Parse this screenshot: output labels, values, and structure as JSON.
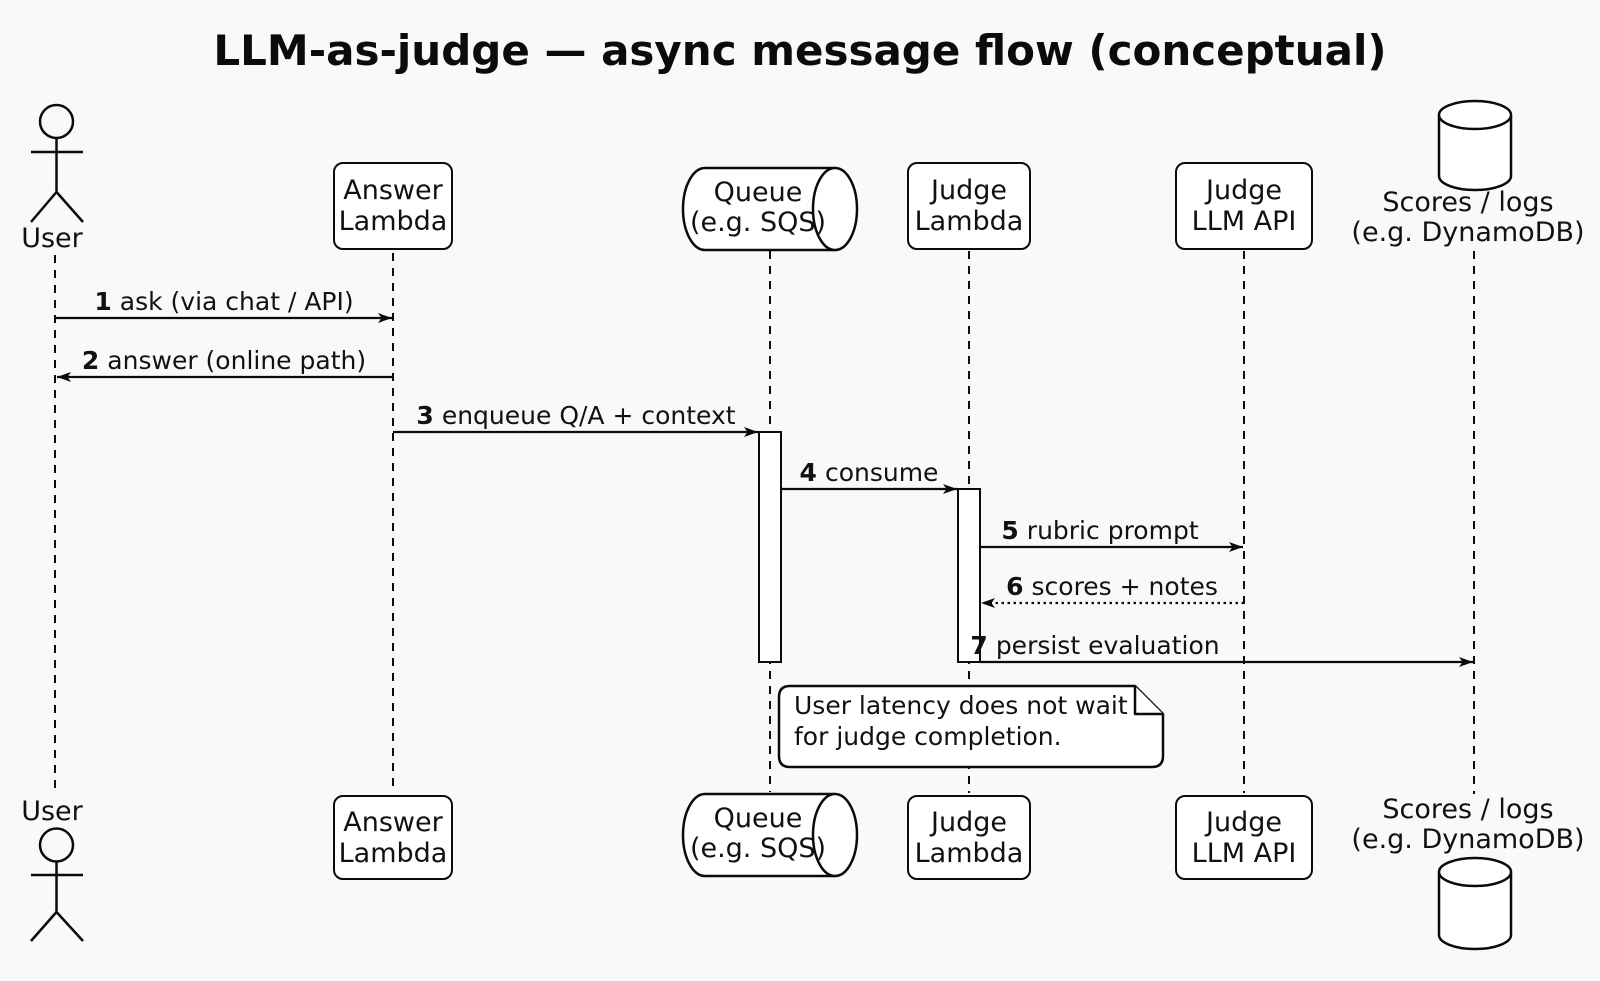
{
  "title": "LLM-as-judge — async message flow (conceptual)",
  "participants": {
    "user": {
      "label": "User",
      "type": "actor"
    },
    "answer_lambda": {
      "line1": "Answer",
      "line2": "Lambda",
      "type": "box"
    },
    "queue": {
      "line1": "Queue",
      "line2": "(e.g. SQS)",
      "type": "queue-cylinder"
    },
    "judge_lambda": {
      "line1": "Judge",
      "line2": "Lambda",
      "type": "box"
    },
    "judge_llm_api": {
      "line1": "Judge",
      "line2": "LLM API",
      "type": "box"
    },
    "scores_logs": {
      "line1": "Scores / logs",
      "line2": "(e.g. DynamoDB)",
      "type": "database-cylinder"
    }
  },
  "messages": [
    {
      "num": "1",
      "text": "ask (via chat / API)",
      "from": "user",
      "to": "answer_lambda",
      "style": "solid"
    },
    {
      "num": "2",
      "text": "answer (online path)",
      "from": "answer_lambda",
      "to": "user",
      "style": "solid"
    },
    {
      "num": "3",
      "text": "enqueue Q/A + context",
      "from": "answer_lambda",
      "to": "queue",
      "style": "solid"
    },
    {
      "num": "4",
      "text": "consume",
      "from": "queue",
      "to": "judge_lambda",
      "style": "solid"
    },
    {
      "num": "5",
      "text": "rubric prompt",
      "from": "judge_lambda",
      "to": "judge_llm_api",
      "style": "solid"
    },
    {
      "num": "6",
      "text": "scores + notes",
      "from": "judge_llm_api",
      "to": "judge_lambda",
      "style": "dotted"
    },
    {
      "num": "7",
      "text": "persist evaluation",
      "from": "judge_lambda",
      "to": "scores_logs",
      "style": "solid"
    }
  ],
  "note": {
    "line1": "User latency does not wait",
    "line2": "for judge completion."
  },
  "colors": {
    "background": "#f8f9fb",
    "stroke": "#0b0b0b",
    "shape_fill": "#ffffff",
    "text": "#111111"
  }
}
